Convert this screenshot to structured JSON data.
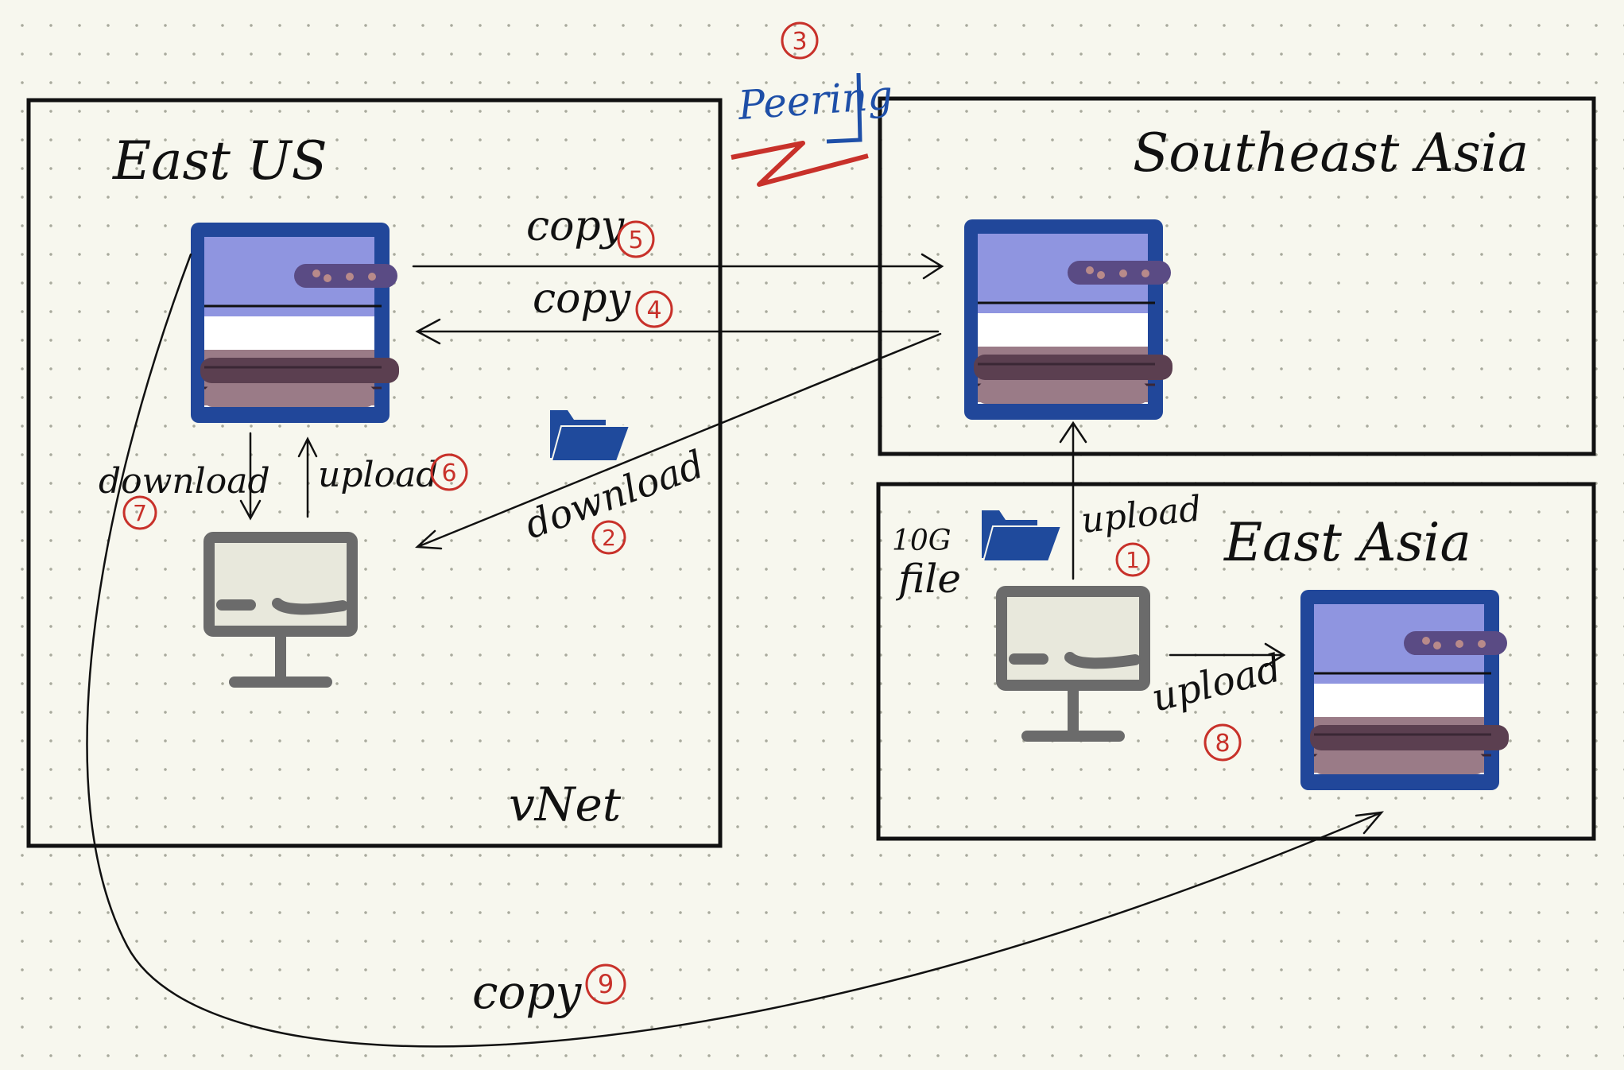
{
  "regions": {
    "east_us": "East US",
    "southeast_asia": "Southeast Asia",
    "east_asia": "East Asia"
  },
  "vnet_label": "vNet",
  "peering": {
    "label": "Peering",
    "step": "3"
  },
  "file_label": {
    "line1": "10G",
    "line2": "file"
  },
  "steps": [
    {
      "id": "s1",
      "label": "upload",
      "num": "1"
    },
    {
      "id": "s2",
      "label": "download",
      "num": "2"
    },
    {
      "id": "s4",
      "label": "copy",
      "num": "4"
    },
    {
      "id": "s5",
      "label": "copy",
      "num": "5"
    },
    {
      "id": "s6",
      "label": "upload",
      "num": "6"
    },
    {
      "id": "s7",
      "label": "download",
      "num": "7"
    },
    {
      "id": "s8",
      "label": "upload",
      "num": "8"
    },
    {
      "id": "s9",
      "label": "copy",
      "num": "9"
    }
  ],
  "colors": {
    "box": "#111111",
    "storage_frame": "#21479a",
    "storage_top": "#8f95e0",
    "storage_bottom": "#9a7b87",
    "vm": "#6b6b6b",
    "vm_screen": "#e8e8dc",
    "folder": "#1f4a9c",
    "peering_text": "#1e4fa8",
    "peering_zigzag": "#c8312a",
    "step_number": "#c8312a"
  },
  "icons": [
    "storage-account-icon",
    "vm-monitor-icon",
    "folder-icon"
  ]
}
